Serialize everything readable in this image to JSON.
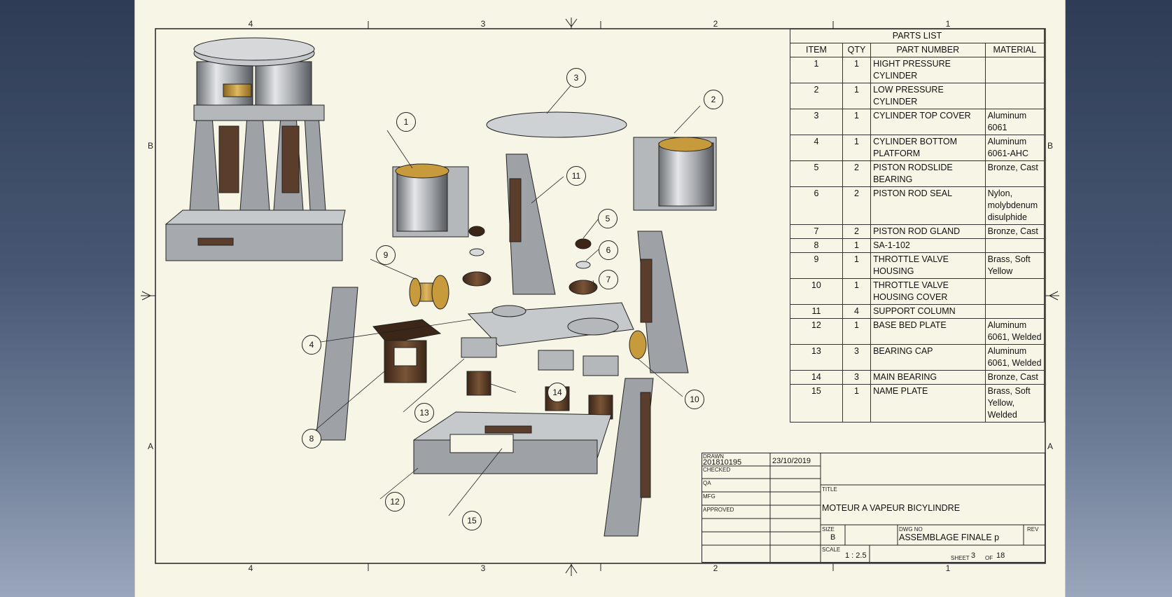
{
  "zones": {
    "top": [
      "4",
      "3",
      "2",
      "1"
    ],
    "bottom": [
      "4",
      "3",
      "2",
      "1"
    ],
    "left": [
      "B",
      "A"
    ],
    "right": [
      "B",
      "A"
    ]
  },
  "parts_list": {
    "title": "PARTS LIST",
    "headers": [
      "ITEM",
      "QTY",
      "PART NUMBER",
      "MATERIAL"
    ],
    "rows": [
      {
        "item": "1",
        "qty": "1",
        "part": "HIGHT PRESSURE CYLINDER",
        "material": ""
      },
      {
        "item": "2",
        "qty": "1",
        "part": "LOW PRESSURE CYLINDER",
        "material": ""
      },
      {
        "item": "3",
        "qty": "1",
        "part": "CYLINDER TOP COVER",
        "material": "Aluminum 6061"
      },
      {
        "item": "4",
        "qty": "1",
        "part": "CYLINDER BOTTOM PLATFORM",
        "material": "Aluminum 6061-AHC"
      },
      {
        "item": "5",
        "qty": "2",
        "part": "PISTON RODSLIDE BEARING",
        "material": "Bronze, Cast"
      },
      {
        "item": "6",
        "qty": "2",
        "part": "PISTON ROD SEAL",
        "material": "Nylon, molybdenum disulphide"
      },
      {
        "item": "7",
        "qty": "2",
        "part": "PISTON ROD GLAND",
        "material": "Bronze, Cast"
      },
      {
        "item": "8",
        "qty": "1",
        "part": "SA-1-102",
        "material": ""
      },
      {
        "item": "9",
        "qty": "1",
        "part": "THROTTLE VALVE HOUSING",
        "material": "Brass, Soft Yellow"
      },
      {
        "item": "10",
        "qty": "1",
        "part": "THROTTLE VALVE HOUSING COVER",
        "material": ""
      },
      {
        "item": "11",
        "qty": "4",
        "part": "SUPPORT COLUMN",
        "material": ""
      },
      {
        "item": "12",
        "qty": "1",
        "part": "BASE BED PLATE",
        "material": "Aluminum 6061, Welded"
      },
      {
        "item": "13",
        "qty": "3",
        "part": "BEARING CAP",
        "material": "Aluminum 6061, Welded"
      },
      {
        "item": "14",
        "qty": "3",
        "part": "MAIN BEARING",
        "material": "Bronze, Cast"
      },
      {
        "item": "15",
        "qty": "1",
        "part": "NAME PLATE",
        "material": "Brass, Soft Yellow, Welded"
      }
    ]
  },
  "title_block": {
    "drawn_label": "DRAWN",
    "drawn_by": "201810195",
    "drawn_date": "23/10/2019",
    "checked_label": "CHECKED",
    "qa_label": "QA",
    "mfg_label": "MFG",
    "approved_label": "APPROVED",
    "title_label": "TITLE",
    "title": "MOTEUR A VAPEUR BICYLINDRE",
    "size_label": "SIZE",
    "size": "B",
    "dwg_no_label": "DWG NO",
    "dwg_no": "ASSEMBLAGE FINALE p",
    "rev_label": "REV",
    "scale_label": "SCALE",
    "scale": "1 : 2.5",
    "sheet_label": "SHEET",
    "sheet_no": "3",
    "of_label": "OF",
    "sheet_total": "18"
  },
  "balloons": [
    "1",
    "2",
    "3",
    "4",
    "5",
    "6",
    "7",
    "8",
    "9",
    "10",
    "11",
    "12",
    "13",
    "14",
    "15"
  ],
  "colors": {
    "sheet": "#f7f6e6",
    "background_top": "#2e3c55",
    "metal": "#9ea2a6",
    "bronze": "#5a3d2a",
    "brass": "#c79a3c"
  }
}
